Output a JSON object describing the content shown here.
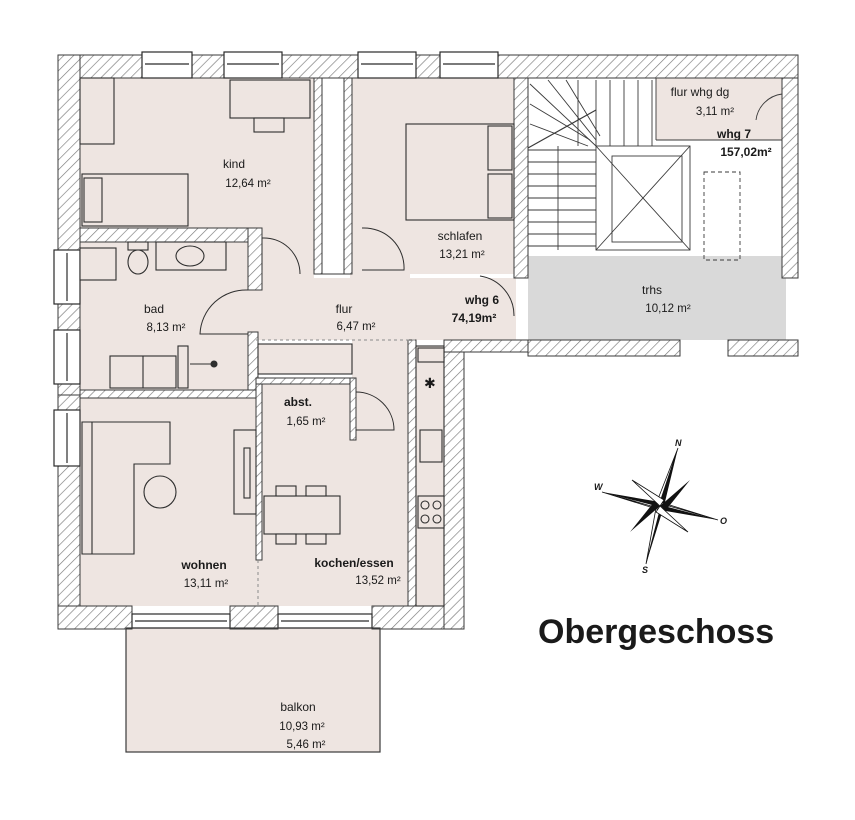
{
  "colors": {
    "wall_hatch": "#7a7a7a",
    "room_fill": "#eee5e1",
    "stair_fill": "#d9d9d9",
    "line": "#3a3a3a"
  },
  "plan_title": "Obergeschoss",
  "rooms": {
    "kind": {
      "name": "kind",
      "area": "12,64 m²"
    },
    "schlafen": {
      "name": "schlafen",
      "area": "13,21 m²"
    },
    "bad": {
      "name": "bad",
      "area": "8,13 m²"
    },
    "flur": {
      "name": "flur",
      "area": "6,47 m²"
    },
    "abst": {
      "name": "abst.",
      "area": "1,65 m²"
    },
    "wohnen": {
      "name": "wohnen",
      "area": "13,11 m²"
    },
    "kochen": {
      "name": "kochen/essen",
      "area": "13,52 m²"
    },
    "balkon": {
      "name": "balkon",
      "area": "10,93 m²",
      "area2": "5,46 m²"
    },
    "trhs": {
      "name": "trhs",
      "area": "10,12 m²"
    },
    "flur_dg": {
      "name": "flur whg dg",
      "area": "3,11 m²"
    }
  },
  "units": {
    "whg6": {
      "name": "whg 6",
      "area": "74,19m²"
    },
    "whg7": {
      "name": "whg 7",
      "area": "157,02m²"
    }
  },
  "compass": {
    "n": "N",
    "o": "O",
    "s": "S",
    "w": "W"
  },
  "icons": [
    "compass-rose-icon",
    "stove-icon",
    "sink-icon",
    "bed-icon",
    "bathtub-icon",
    "toilet-icon",
    "table-icon",
    "sofa-icon"
  ]
}
